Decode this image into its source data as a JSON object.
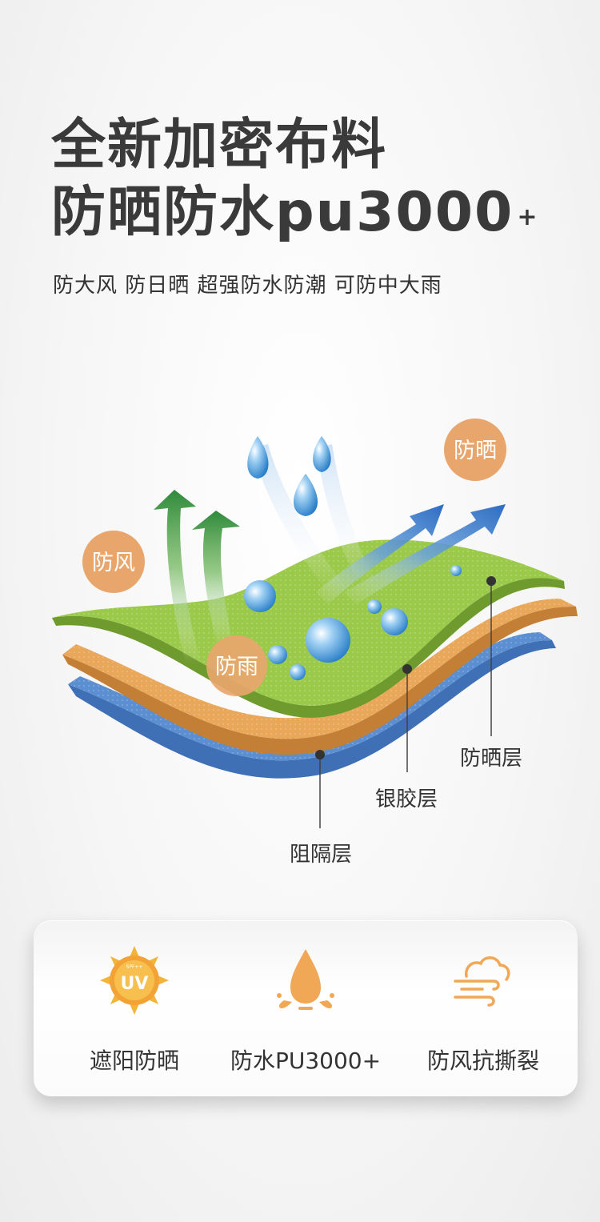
{
  "headline": {
    "line1": "全新加密布料",
    "line2": "防晒防水pu3000",
    "line2_sup": "+"
  },
  "subtitle": "防大风 防日晒 超强防水防潮 可防中大雨",
  "diagram": {
    "badges": {
      "sun": "防晒",
      "wind": "防风",
      "rain": "防雨"
    },
    "layers": {
      "top": "防晒层",
      "middle": "银胶层",
      "bottom": "阻隔层"
    }
  },
  "features": [
    {
      "label": "遮阳防晒",
      "icon": "uv-sun-icon",
      "icon_text": "UV",
      "icon_small_text": "SPF++"
    },
    {
      "label": "防水PU3000+",
      "icon": "water-drop-icon"
    },
    {
      "label": "防风抗撕裂",
      "icon": "wind-cloud-icon"
    }
  ],
  "colors": {
    "badge": "#e8a66d",
    "green_layer": "#9bc94a",
    "orange_layer": "#e9a75a",
    "blue_layer": "#5b8fd1",
    "icon_orange": "#f0a856"
  }
}
